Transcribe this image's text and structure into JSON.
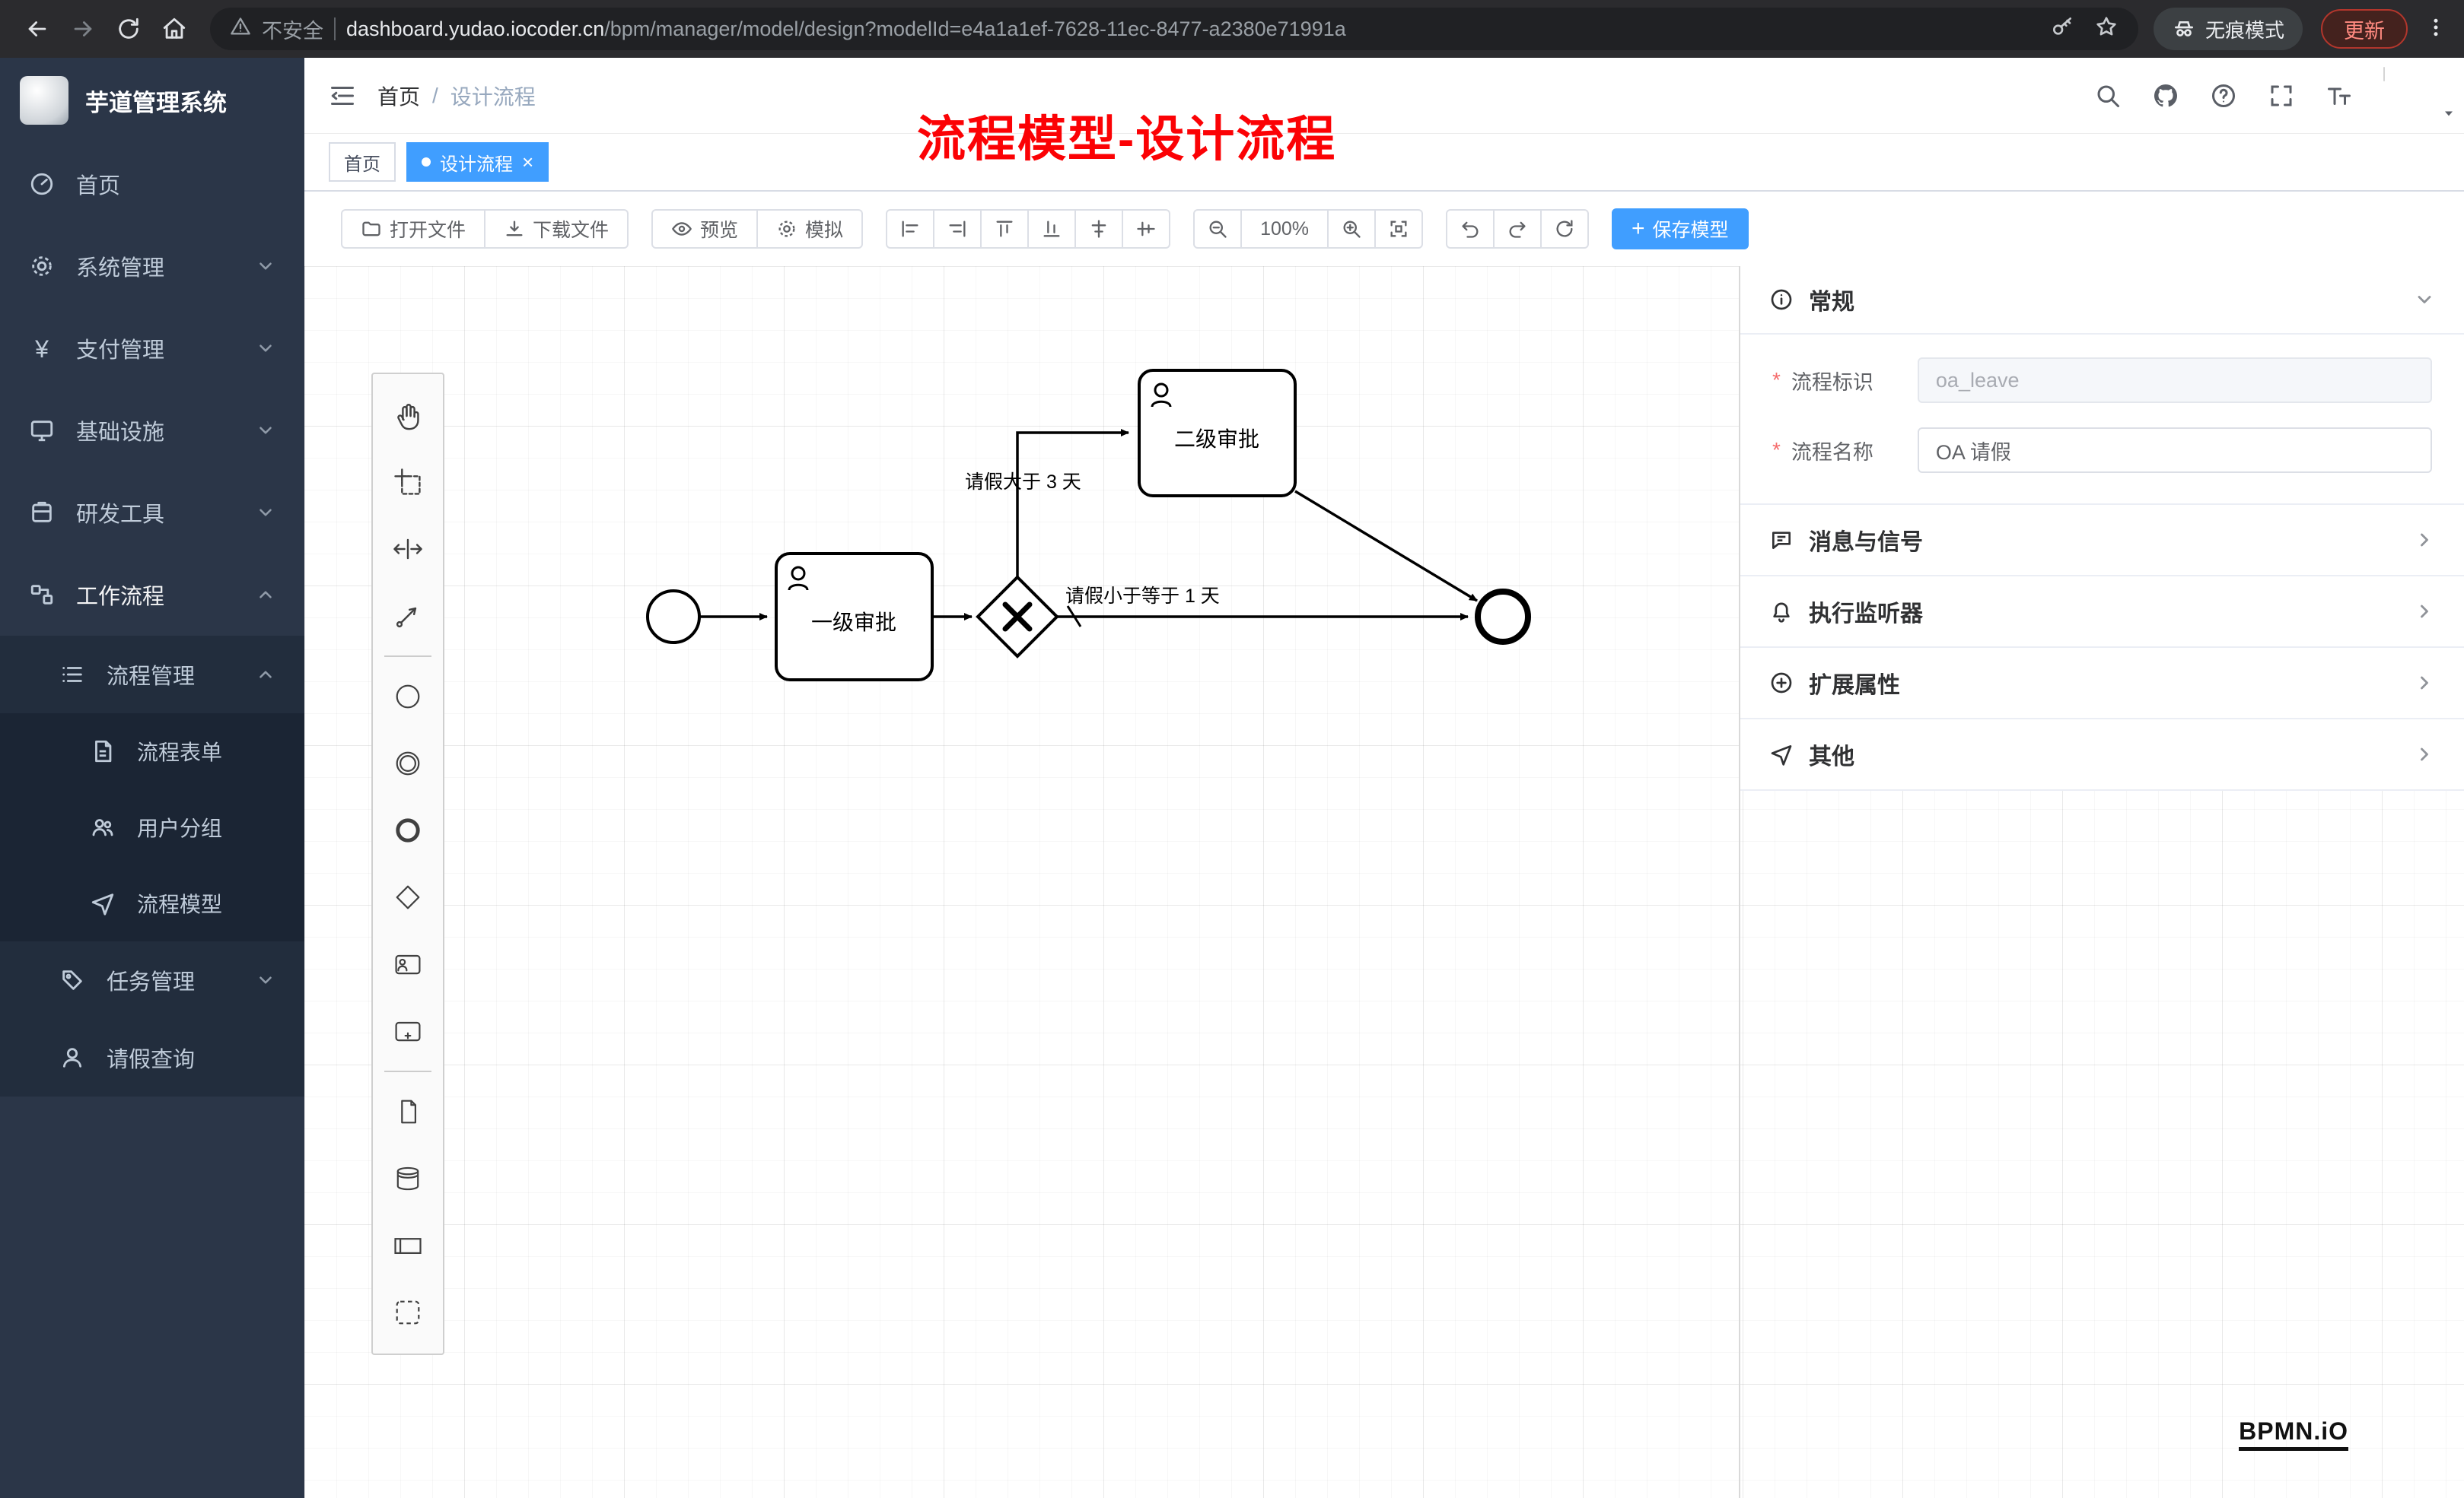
{
  "browser": {
    "security_label": "不安全",
    "url_domain": "dashboard.yudao.iocoder.cn",
    "url_path": "/bpm/manager/model/design?modelId=e4a1a1ef-7628-11ec-8477-a2380e71991a",
    "incognito_label": "无痕模式",
    "update_label": "更新"
  },
  "sidebar": {
    "title": "芋道管理系统",
    "menu": [
      {
        "label": "首页"
      },
      {
        "label": "系统管理"
      },
      {
        "label": "支付管理"
      },
      {
        "label": "基础设施"
      },
      {
        "label": "研发工具"
      },
      {
        "label": "工作流程"
      }
    ],
    "submenu": {
      "process_mgmt": "流程管理",
      "process_form": "流程表单",
      "user_group": "用户分组",
      "process_model": "流程模型",
      "task_mgmt": "任务管理",
      "leave_query": "请假查询"
    }
  },
  "header": {
    "breadcrumb": [
      "首页",
      "设计流程"
    ]
  },
  "tabs": [
    {
      "label": "首页"
    },
    {
      "label": "设计流程"
    }
  ],
  "annotation": "流程模型-设计流程",
  "toolbar": {
    "open": "打开文件",
    "download": "下载文件",
    "preview": "预览",
    "simulate": "模拟",
    "zoom": "100%",
    "save": "保存模型"
  },
  "diagram": {
    "task1": "一级审批",
    "task2": "二级审批",
    "cond_gt": "请假大于 3 天",
    "cond_le": "请假小于等于 1 天"
  },
  "panel": {
    "general": {
      "title": "常规",
      "fields": [
        {
          "label": "流程标识",
          "value": "oa_leave"
        },
        {
          "label": "流程名称",
          "value": "OA 请假"
        }
      ]
    },
    "sections": [
      {
        "title": "消息与信号"
      },
      {
        "title": "执行监听器"
      },
      {
        "title": "扩展属性"
      },
      {
        "title": "其他"
      }
    ]
  },
  "footer": {
    "logo": "BPMN.iO"
  }
}
